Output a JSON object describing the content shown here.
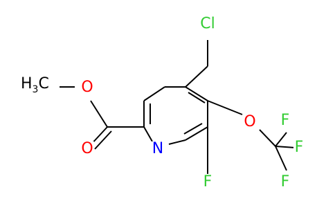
{
  "atoms": {
    "cl": {
      "label": "Cl",
      "color": "#33cc33"
    },
    "o_ether": {
      "label": "O",
      "color": "#ff0000"
    },
    "f1": {
      "label": "F",
      "color": "#33cc33"
    },
    "f2": {
      "label": "F",
      "color": "#33cc33"
    },
    "f3": {
      "label": "F",
      "color": "#33cc33"
    },
    "f_ring": {
      "label": "F",
      "color": "#33cc33"
    },
    "n_ring": {
      "label": "N",
      "color": "#0000ff"
    },
    "o_carbonyl": {
      "label": "O",
      "color": "#ff0000"
    },
    "o_ester": {
      "label": "O",
      "color": "#ff0000"
    },
    "methyl": {
      "label": "H",
      "subscript": "3",
      "tail": "C",
      "color": "#000000"
    }
  }
}
